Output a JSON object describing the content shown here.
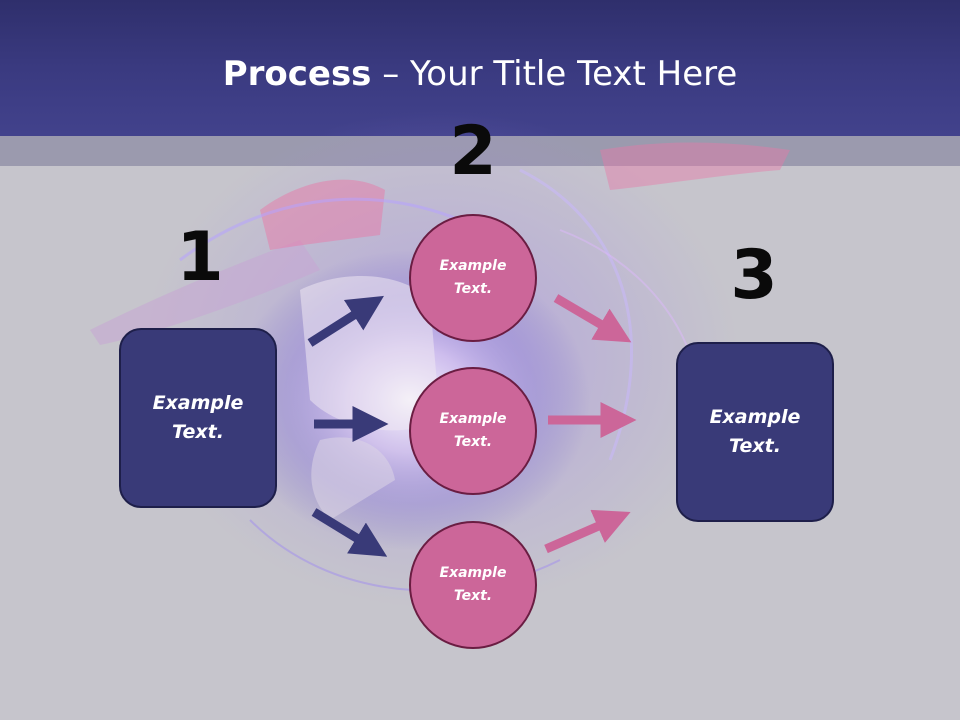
{
  "title": {
    "bold": "Process",
    "rest": " – Your Title Text Here"
  },
  "steps": [
    {
      "number": "1",
      "label_line1": "Example",
      "label_line2": "Text."
    },
    {
      "number": "2",
      "items": [
        {
          "line1": "Example",
          "line2": "Text."
        },
        {
          "line1": "Example",
          "line2": "Text."
        },
        {
          "line1": "Example",
          "line2": "Text."
        }
      ]
    },
    {
      "number": "3",
      "label_line1": "Example",
      "label_line2": "Text."
    }
  ],
  "colors": {
    "header": "#3a3a80",
    "box_fill": "#393a78",
    "circle_fill": "#cc6699",
    "arrow_left": "#393a78",
    "arrow_right": "#cc6699"
  }
}
